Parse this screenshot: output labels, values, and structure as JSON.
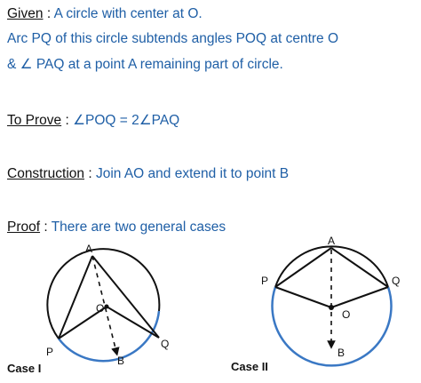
{
  "given": {
    "heading": "Given",
    "sep": ":",
    "line1": "A circle with center at O.",
    "line2": "Arc PQ of this circle subtends angles POQ at centre O",
    "line3": "& ∠ PAQ at a point A remaining part of circle."
  },
  "to_prove": {
    "heading": "To Prove",
    "sep": ":",
    "text": "∠POQ = 2∠PAQ"
  },
  "construction": {
    "heading": "Construction",
    "sep": ":",
    "text": "Join AO and extend it to point B"
  },
  "proof": {
    "heading": "Proof",
    "sep": ":",
    "text": "There are two general cases"
  },
  "figures": {
    "case1": {
      "label": "Case I",
      "points": {
        "A": "A",
        "O": "O",
        "P": "P",
        "Q": "Q",
        "B": "B"
      }
    },
    "case2": {
      "label": "Case II",
      "points": {
        "A": "A",
        "O": "O",
        "P": "P",
        "Q": "Q",
        "B": "B"
      }
    }
  },
  "colors": {
    "text_blue": "#1f5fa6",
    "arc_blue": "#3a78c4",
    "line": "#111111"
  }
}
